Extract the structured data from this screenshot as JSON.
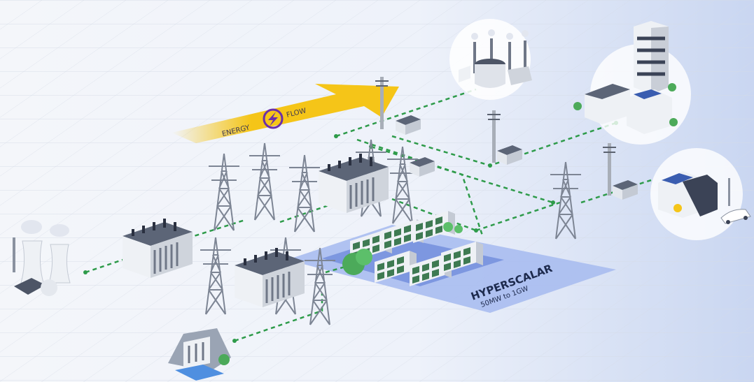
{
  "energy_flow": {
    "left_label": "ENERGY",
    "right_label": "FLOW",
    "icon": "lightning-bolt-icon"
  },
  "hyperscalar": {
    "title": "HYPERSCALAR",
    "capacity": "50MW to 1GW"
  },
  "colors": {
    "arrow": "#f5c518",
    "bolt": "#6b2fa8",
    "pad": "#a9bdef",
    "pad_inner": "#7d97e0",
    "dashed_line": "#2e9b4a",
    "grid": "#d5dbe6",
    "text": "#1d2a4d"
  }
}
